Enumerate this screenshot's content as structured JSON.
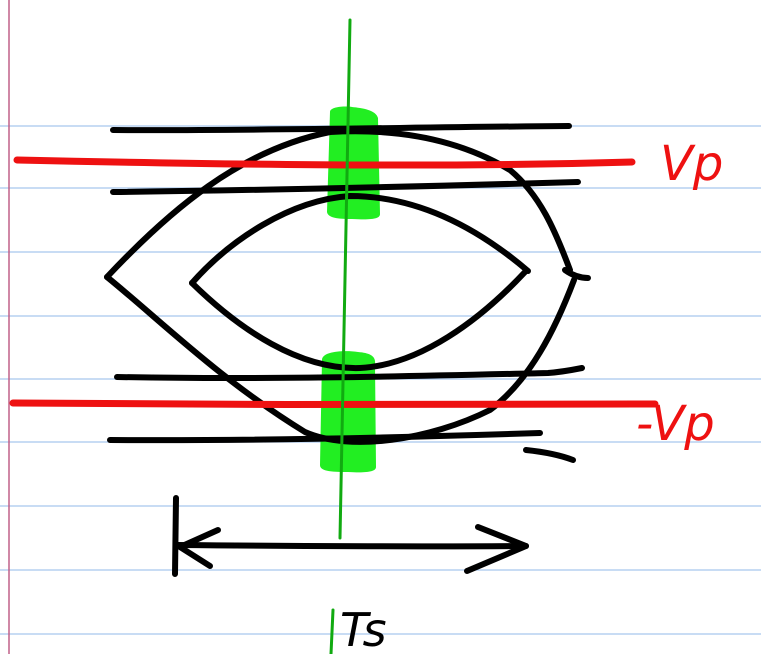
{
  "colors": {
    "paper": "#ffffff",
    "rule_line": "#a8c8ee",
    "margin_line": "#c06088",
    "ink_black": "#000000",
    "ink_red": "#ee1111",
    "ink_green": "#11aa11",
    "highlight_green": "#22ee22"
  },
  "labels": {
    "vp_positive": "Vp",
    "vp_negative": "-Vp",
    "symbol_period": "Ts"
  },
  "icons": {
    "double_arrow": "double-headed-arrow"
  }
}
